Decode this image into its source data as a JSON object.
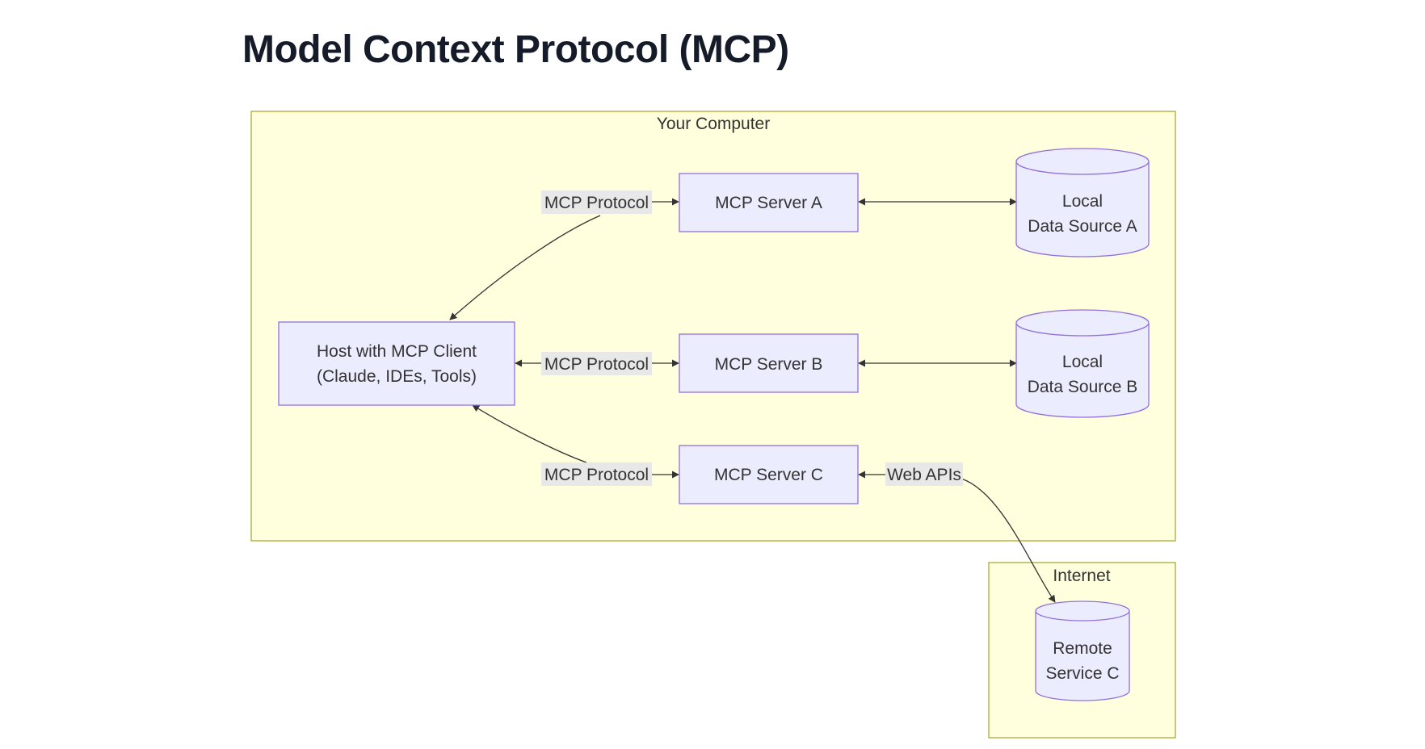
{
  "title": "Model Context Protocol (MCP)",
  "clusters": {
    "computer": {
      "label": "Your Computer"
    },
    "internet": {
      "label": "Internet"
    }
  },
  "nodes": {
    "host": {
      "line1": "Host with MCP Client",
      "line2": "(Claude, IDEs, Tools)"
    },
    "server_a": {
      "label": "MCP Server A"
    },
    "server_b": {
      "label": "MCP Server B"
    },
    "server_c": {
      "label": "MCP Server C"
    },
    "data_a": {
      "line1": "Local",
      "line2": "Data Source A"
    },
    "data_b": {
      "line1": "Local",
      "line2": "Data Source B"
    },
    "remote_c": {
      "line1": "Remote",
      "line2": "Service C"
    }
  },
  "edges": {
    "host_server_a": {
      "label": "MCP Protocol"
    },
    "host_server_b": {
      "label": "MCP Protocol"
    },
    "host_server_c": {
      "label": "MCP Protocol"
    },
    "server_c_remote": {
      "label": "Web APIs"
    }
  },
  "colors": {
    "cluster_fill": "#ffffde",
    "cluster_stroke": "#aaaa33",
    "node_fill": "#ececff",
    "node_stroke": "#9370db",
    "edge": "#333333",
    "edge_label_bg": "#e8e8e8"
  }
}
